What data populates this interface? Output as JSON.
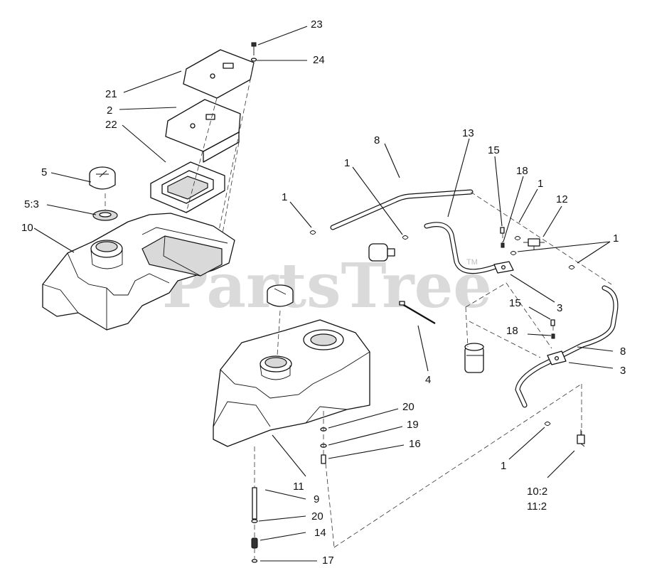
{
  "watermark": {
    "text": "PartsTree",
    "mark": "TM"
  },
  "callouts": [
    {
      "id": "c23",
      "text": "23"
    },
    {
      "id": "c24",
      "text": "24"
    },
    {
      "id": "c21",
      "text": "21"
    },
    {
      "id": "c2",
      "text": "2"
    },
    {
      "id": "c22",
      "text": "22"
    },
    {
      "id": "c5",
      "text": "5"
    },
    {
      "id": "c5_3",
      "text": "5:3"
    },
    {
      "id": "c10",
      "text": "10"
    },
    {
      "id": "c8a",
      "text": "8"
    },
    {
      "id": "c13",
      "text": "13"
    },
    {
      "id": "c1a",
      "text": "1"
    },
    {
      "id": "c1b",
      "text": "1"
    },
    {
      "id": "c15a",
      "text": "15"
    },
    {
      "id": "c18a",
      "text": "18"
    },
    {
      "id": "c1c",
      "text": "1"
    },
    {
      "id": "c12",
      "text": "12"
    },
    {
      "id": "c1d",
      "text": "1"
    },
    {
      "id": "c3a",
      "text": "3"
    },
    {
      "id": "c15b",
      "text": "15"
    },
    {
      "id": "c18b",
      "text": "18"
    },
    {
      "id": "c8b",
      "text": "8"
    },
    {
      "id": "c3b",
      "text": "3"
    },
    {
      "id": "c4",
      "text": "4"
    },
    {
      "id": "c20a",
      "text": "20"
    },
    {
      "id": "c19",
      "text": "19"
    },
    {
      "id": "c16",
      "text": "16"
    },
    {
      "id": "c11",
      "text": "11"
    },
    {
      "id": "c9",
      "text": "9"
    },
    {
      "id": "c20b",
      "text": "20"
    },
    {
      "id": "c14",
      "text": "14"
    },
    {
      "id": "c17",
      "text": "17"
    },
    {
      "id": "c1e",
      "text": "1"
    },
    {
      "id": "c10_2",
      "text": "10:2"
    },
    {
      "id": "c11_2",
      "text": "11:2"
    }
  ]
}
